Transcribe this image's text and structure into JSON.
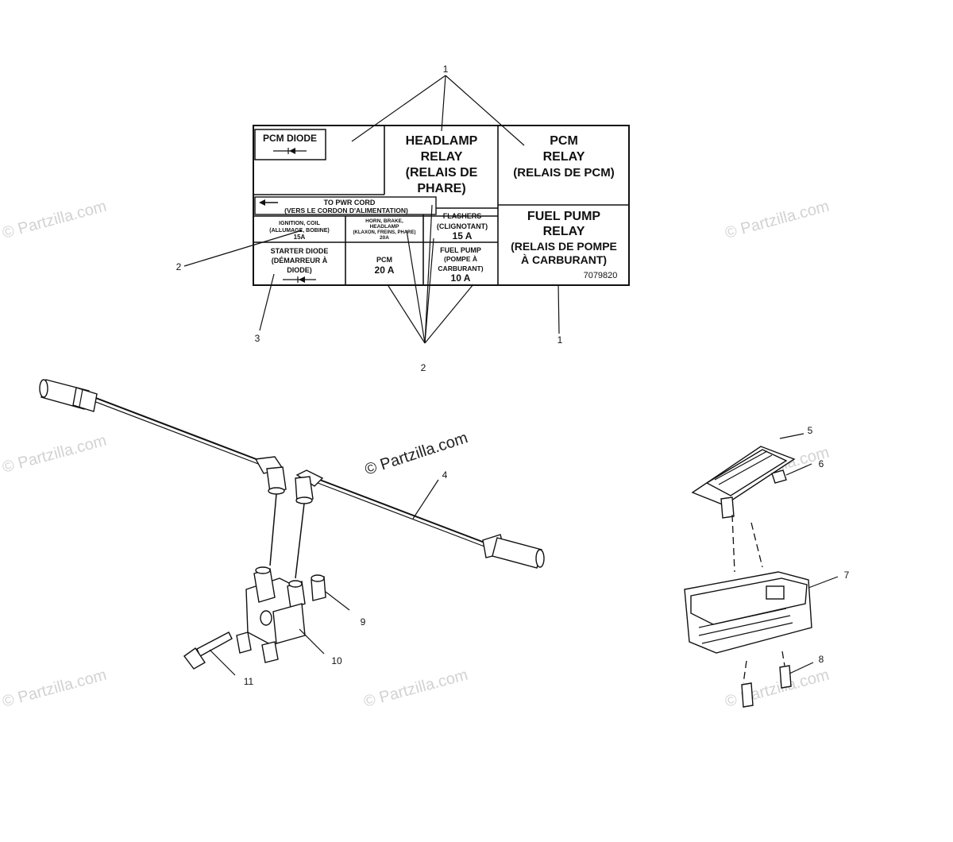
{
  "watermark": {
    "text": "© Partzilla.com"
  },
  "label": {
    "pcm_diode": "PCM DIODE",
    "headlamp_relay": [
      "HEADLAMP",
      "RELAY",
      "(RELAIS DE",
      "PHARE)"
    ],
    "pcm_relay": [
      "PCM",
      "RELAY",
      "(RELAIS DE PCM)"
    ],
    "to_pwr_cord": [
      "TO PWR CORD",
      "(VERS LE CORDON D'ALIMENTATION)"
    ],
    "ignition_coil": [
      "IGNITION, COIL",
      "(ALLUMAGE, BOBINE)",
      "15A"
    ],
    "horn_brake": [
      "HORN, BRAKE,",
      "HEADLAMP",
      "(KLAXON, FREINS, PHARE)",
      "20A"
    ],
    "flashers": [
      "FLASHERS",
      "(CLIGNOTANT)",
      "15 A"
    ],
    "fuel_pump_relay": [
      "FUEL PUMP",
      "RELAY",
      "(RELAIS DE POMPE",
      "À CARBURANT)"
    ],
    "starter_diode": [
      "STARTER DIODE",
      "(DÉMARREUR À",
      "DIODE)"
    ],
    "pcm_fuse": [
      "PCM",
      "20 A"
    ],
    "fuel_pump_fuse": [
      "FUEL PUMP",
      "(POMPE À",
      "CARBURANT)",
      "10 A"
    ],
    "part_number": "7079820"
  },
  "callouts": {
    "c1_top": "1",
    "c1_right": "1",
    "c2_left": "2",
    "c2_bottom": "2",
    "c3": "3",
    "c4": "4",
    "c5": "5",
    "c6": "6",
    "c7": "7",
    "c8": "8",
    "c9": "9",
    "c10": "10",
    "c11": "11"
  }
}
